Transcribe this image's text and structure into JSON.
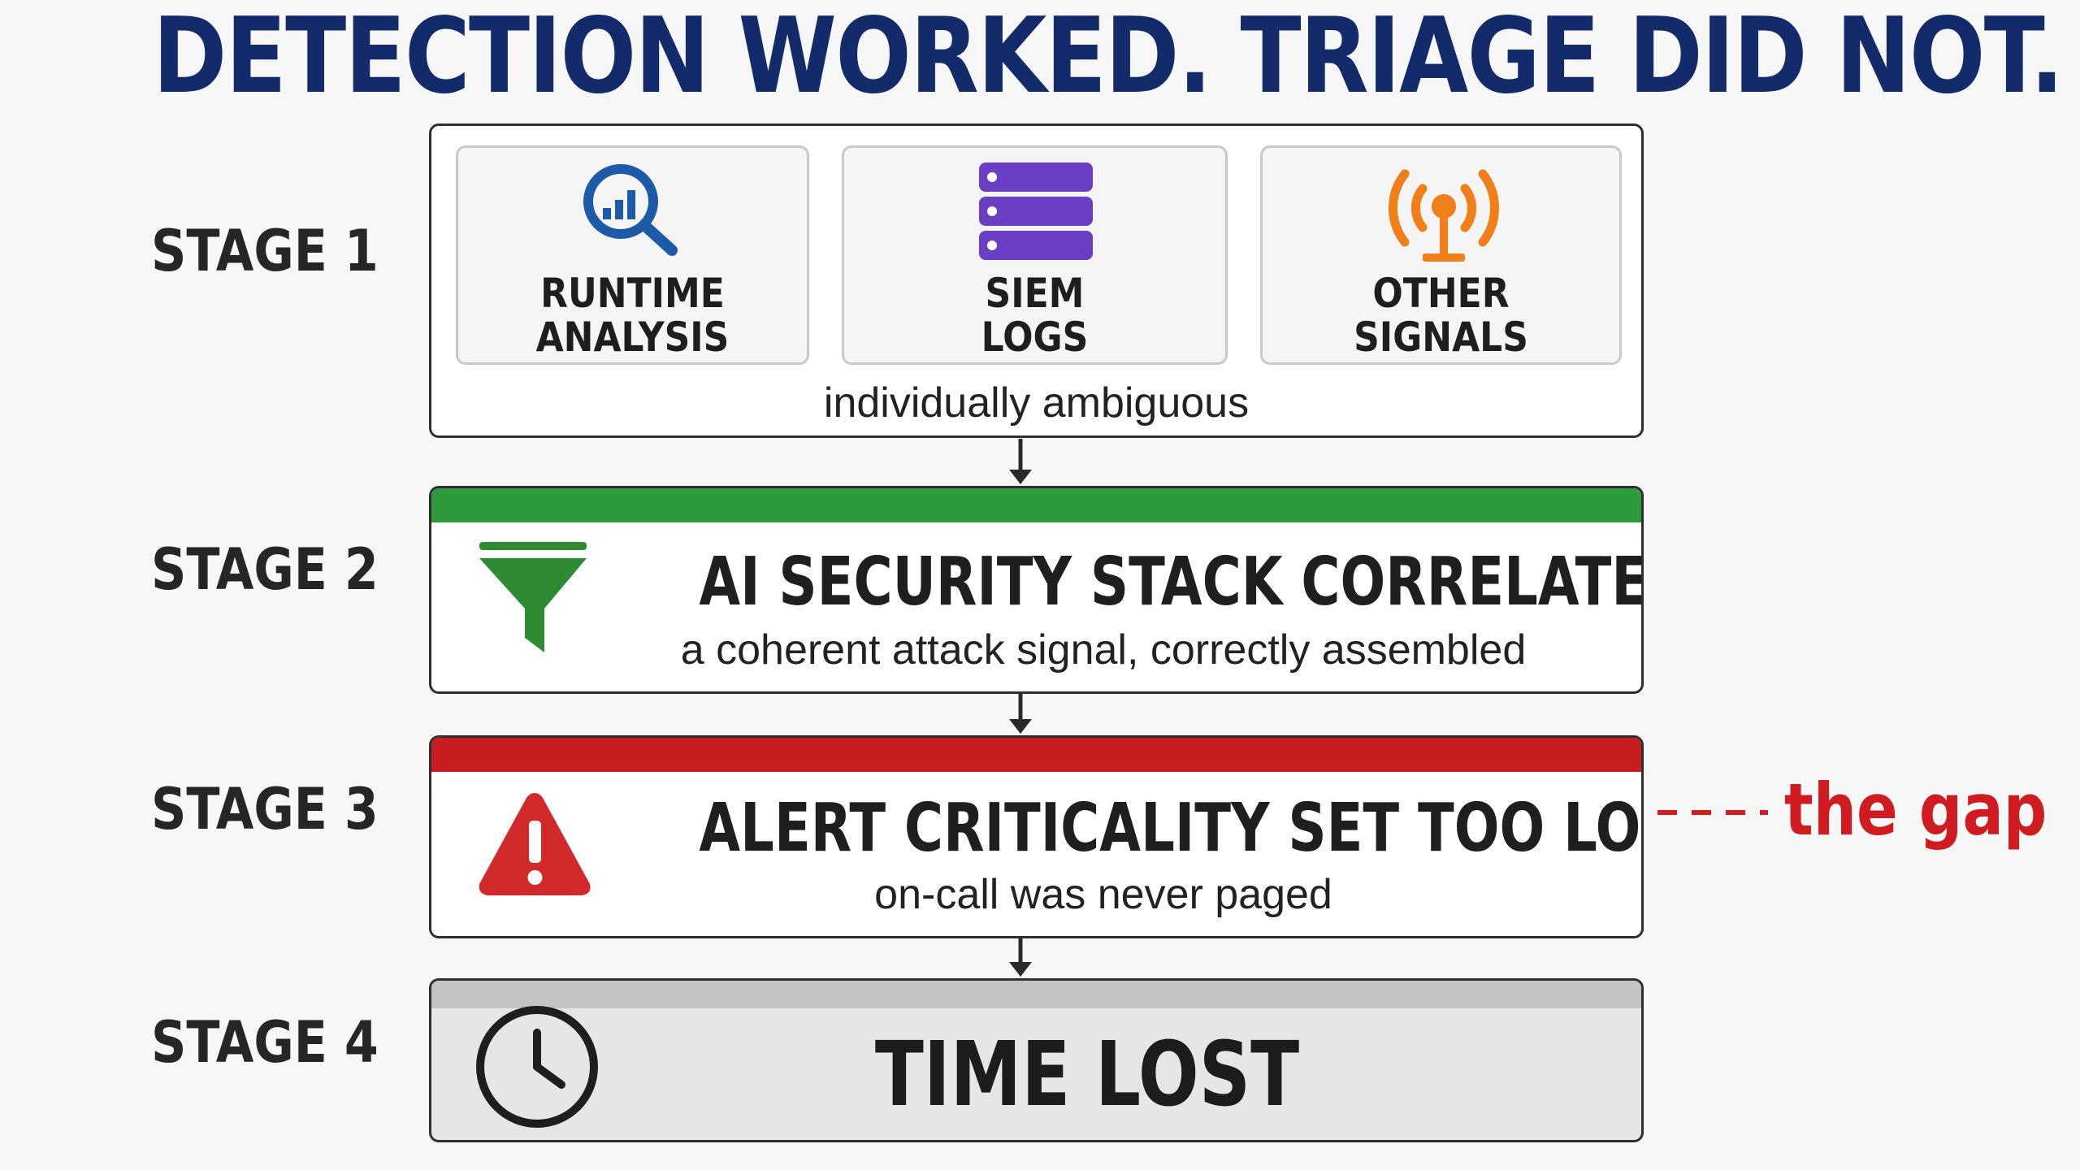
{
  "title": "DETECTION WORKED. TRIAGE DID NOT.",
  "stages": {
    "s1": {
      "label": "STAGE 1",
      "cards": [
        {
          "line1": "RUNTIME",
          "line2": "ANALYSIS",
          "icon": "magnifier-chart-icon"
        },
        {
          "line1": "SIEM",
          "line2": "LOGS",
          "icon": "server-stack-icon"
        },
        {
          "line1": "OTHER",
          "line2": "SIGNALS",
          "icon": "radio-antenna-icon"
        }
      ],
      "note": "individually ambiguous"
    },
    "s2": {
      "label": "STAGE 2",
      "heading": "AI SECURITY STACK CORRELATED THEM",
      "sub": "a coherent  attack signal, correctly assembled",
      "icon": "funnel-icon",
      "accent": "#2e9a3e"
    },
    "s3": {
      "label": "STAGE 3",
      "heading": "ALERT CRITICALITY SET TOO LOW",
      "sub": "on-call was never  paged",
      "icon": "warning-triangle-icon",
      "accent": "#c81e22"
    },
    "s4": {
      "label": "STAGE 4",
      "heading": "TIME LOST",
      "icon": "clock-icon",
      "accent": "#c4c4c4"
    }
  },
  "gap_label": "the gap",
  "colors": {
    "title": "#132a6b",
    "search_icon": "#1d5aa8",
    "server_icon": "#6a3fc4",
    "antenna_icon": "#f07f1a",
    "gap": "#d01c20"
  }
}
